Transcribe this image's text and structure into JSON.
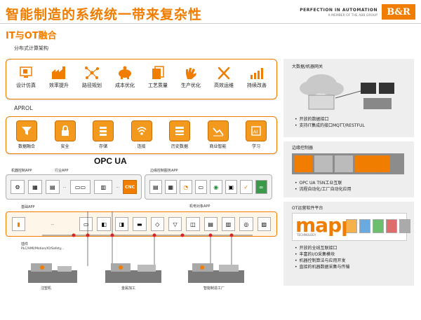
{
  "header": {
    "title": "智能制造的系统统一带来复杂性",
    "brand_line1": "PERFECTION IN AUTOMATION",
    "brand_line2": "A MEMBER OF THE ABB GROUP",
    "logo": "B&R"
  },
  "subtitle": "IT与OT融合",
  "distributed": {
    "heading": "分布式计算架构",
    "items": [
      {
        "label": "设计仿真",
        "icon": "monitor-icon"
      },
      {
        "label": "效率提升",
        "icon": "factory-icon"
      },
      {
        "label": "路径规划",
        "icon": "network-icon"
      },
      {
        "label": "成本优化",
        "icon": "piggy-bank-icon"
      },
      {
        "label": "工艺质量",
        "icon": "documents-icon"
      },
      {
        "label": "生产优化",
        "icon": "hand-icon"
      },
      {
        "label": "高效运维",
        "icon": "tools-icon"
      },
      {
        "label": "持续改善",
        "icon": "growth-icon"
      }
    ]
  },
  "aprol": {
    "heading": "APROL",
    "items": [
      {
        "label": "数据融合",
        "icon": "funnel-icon"
      },
      {
        "label": "安全",
        "icon": "lock-icon"
      },
      {
        "label": "存储",
        "icon": "storage-icon"
      },
      {
        "label": "连接",
        "icon": "wifi-icon"
      },
      {
        "label": "历史数据",
        "icon": "history-icon"
      },
      {
        "label": "商业智能",
        "icon": "chart-icon"
      },
      {
        "label": "学习",
        "icon": "ai-icon"
      }
    ]
  },
  "opcua": "OPC UA",
  "groups": {
    "machine_app": "机器控制APP",
    "industry_app": "行业APP",
    "edge_service_app": "边缘控制服务APP",
    "base_app": "基础APP",
    "mech_app": "机电对象APP",
    "plugin": "插件",
    "plugin_sub": "PLC/HMI/Motion/IO/Safety...",
    "cnc": "CNC",
    "ellipsis": "...",
    "machines": [
      "注塑机",
      "金属加工",
      "智能制造工厂"
    ]
  },
  "right": {
    "bigdata": {
      "title": "大数据/机器网关",
      "bullets": [
        "开放的数据接口",
        "支持IT集成的接口MQTT/RESTFUL"
      ]
    },
    "edge": {
      "title": "边缘控制器",
      "bullets": [
        "OPC UA TSN工业互联",
        "流程自动化/工厂自动化应用"
      ]
    },
    "ot": {
      "title": "OT运营软件平台",
      "mapp": "mapp",
      "mapp_sub": "TECHNOLOGY",
      "bullets": [
        "开放的全线互联接口",
        "丰富的I/O采集模块",
        "机器控制算法与应用开发",
        "直接的机器数据采集与传输"
      ]
    }
  },
  "colors": {
    "accent": "#f07d00",
    "accent_light": "#f39a1e",
    "panel_bg": "#eeeeee"
  }
}
